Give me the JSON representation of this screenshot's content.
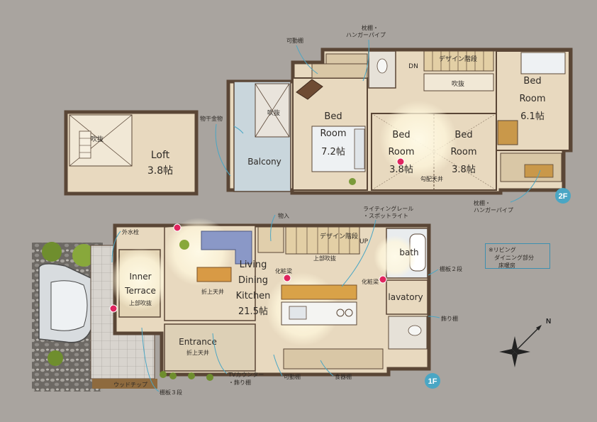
{
  "floor_labels": {
    "first": "1F",
    "second": "2F"
  },
  "rooms": {
    "loft": {
      "name": "Loft",
      "size": "3.8帖"
    },
    "loft_void": "吹抜",
    "balcony": "Balcony",
    "balcony_void": "吹抜",
    "bed_main": {
      "name_1": "Bed",
      "name_2": "Room",
      "size": "7.2帖"
    },
    "bed_a": {
      "name_1": "Bed",
      "name_2": "Room",
      "size": "3.8帖"
    },
    "bed_b": {
      "name_1": "Bed",
      "name_2": "Room",
      "size": "3.8帖"
    },
    "bed_c": {
      "name_1": "Bed",
      "name_2": "Room",
      "size": "6.1帖"
    },
    "stair_2f_dn": "DN",
    "design_stair_2f": "デザイン階段",
    "void_2f": "吹抜",
    "slope_ceiling": "勾配天井",
    "inner_terrace": {
      "name_1": "Inner",
      "name_2": "Terrace",
      "sub": "上部吹抜"
    },
    "ldk": {
      "name_1": "Living",
      "name_2": "Dining",
      "name_3": "Kitchen",
      "size": "21.5帖"
    },
    "fold_ceiling": "折上天井",
    "entrance": {
      "name": "Entrance",
      "sub": "折上天井"
    },
    "design_stair_1f": "デザイン階段",
    "upper_void": "上部吹抜",
    "up": "UP",
    "bath": "bath",
    "lavatory": "lavatory",
    "vanity_1": "化粧梁",
    "vanity_2": "化粧梁"
  },
  "notes": {
    "movable_shelf_2f": "可動棚",
    "pillow_shelf_top_1": "枕棚・",
    "pillow_shelf_top_2": "ハンガーパイプ",
    "clothes_rack": "物干金物",
    "pillow_shelf_bottom_1": "枕棚・",
    "pillow_shelf_bottom_2": "ハンガーパイプ",
    "faucet": "外水栓",
    "storage": "物入",
    "lighting_rail_1": "ライティングレール",
    "lighting_rail_2": "・スポットライト",
    "shelf_2": "棚板２段",
    "deco_shelf": "飾り棚",
    "tv_counter_1": "TVカウンター",
    "tv_counter_2": "・飾り棚",
    "movable_shelf_1f": "可動棚",
    "cupboard": "食器棚",
    "wood_chip": "ウッドチップ",
    "shelf_3": "棚板３段"
  },
  "legend": {
    "line_1": "※リビング",
    "line_2": "ダイニング部分",
    "line_3": "床暖房"
  },
  "colors": {
    "background": "#a9a49f",
    "floor": "#e8d9bf",
    "wall": "#5a4636",
    "accent": "#4aa6c4",
    "spot": "#e0245e"
  },
  "icons": [
    "compass-icon",
    "spotlight-marker-icon",
    "sofa-icon",
    "bathtub-icon",
    "toilet-icon",
    "plant-icon"
  ]
}
